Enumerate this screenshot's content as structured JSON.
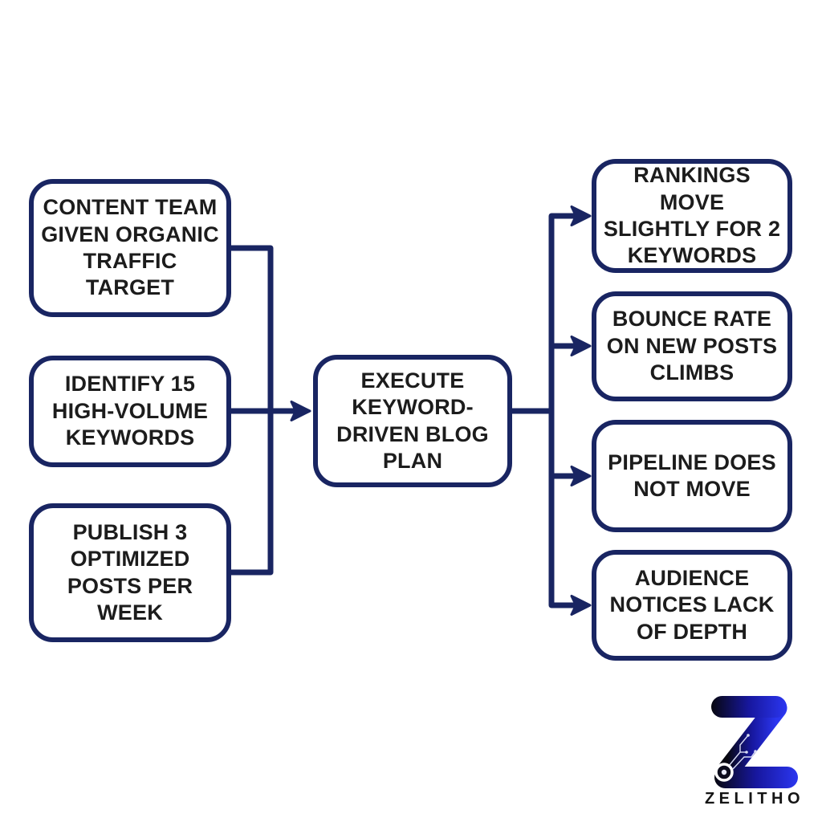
{
  "diagram": {
    "type": "flowchart",
    "colors": {
      "line": "#192562",
      "node_border": "#192562",
      "node_text": "#1c1c1c",
      "background": "#ffffff"
    },
    "nodes": {
      "left": [
        {
          "id": "content-team-target",
          "text": "CONTENT TEAM\nGIVEN ORGANIC\nTRAFFIC\nTARGET"
        },
        {
          "id": "identify-keywords",
          "text": "IDENTIFY 15\nHIGH-VOLUME\nKEYWORDS"
        },
        {
          "id": "publish-posts",
          "text": "PUBLISH 3\nOPTIMIZED\nPOSTS PER\nWEEK"
        }
      ],
      "center": {
        "id": "execute-plan",
        "text": "EXECUTE\nKEYWORD-\nDRIVEN BLOG\nPLAN"
      },
      "right": [
        {
          "id": "rankings-move",
          "text": "RANKINGS MOVE\nSLIGHTLY FOR 2\nKEYWORDS"
        },
        {
          "id": "bounce-rate",
          "text": "BOUNCE RATE\nON NEW POSTS\nCLIMBS"
        },
        {
          "id": "pipeline-static",
          "text": "PIPELINE DOES\nNOT MOVE"
        },
        {
          "id": "audience-depth",
          "text": "AUDIENCE\nNOTICES LACK\nOF DEPTH"
        }
      ]
    },
    "edges": [
      {
        "from": "content-team-target",
        "to": "execute-plan"
      },
      {
        "from": "identify-keywords",
        "to": "execute-plan"
      },
      {
        "from": "publish-posts",
        "to": "execute-plan"
      },
      {
        "from": "execute-plan",
        "to": "rankings-move"
      },
      {
        "from": "execute-plan",
        "to": "bounce-rate"
      },
      {
        "from": "execute-plan",
        "to": "pipeline-static"
      },
      {
        "from": "execute-plan",
        "to": "audience-depth"
      }
    ]
  },
  "logo": {
    "wordmark": "ZELITHO",
    "icon": "zelitho-z-icon",
    "gradient_dark": "#07070f",
    "gradient_blue": "#2b36f0"
  }
}
